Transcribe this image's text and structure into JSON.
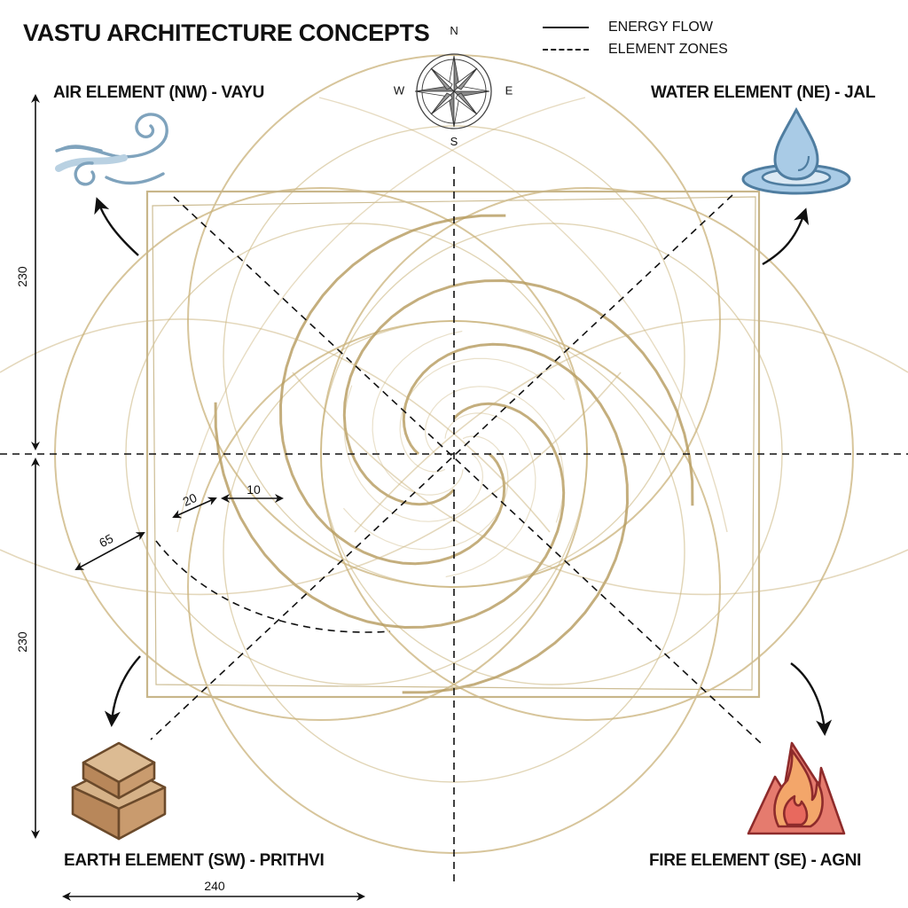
{
  "title": "VASTU ARCHITECTURE CONCEPTS",
  "legend": [
    {
      "style": "solid",
      "label": "ENERGY FLOW"
    },
    {
      "style": "dashed",
      "label": "ELEMENT ZONES"
    }
  ],
  "compass": {
    "north": "N",
    "east": "E",
    "south": "S",
    "west": "W"
  },
  "elements": {
    "air": {
      "label": "AIR ELEMENT (NW) - VAYU",
      "icon": "wind-icon",
      "direction": "NW"
    },
    "water": {
      "label": "WATER ELEMENT (NE) - JAL",
      "icon": "water-drop-icon",
      "direction": "NE"
    },
    "earth": {
      "label": "EARTH ELEMENT (SW) - PRITHVI",
      "icon": "earth-blocks-icon",
      "direction": "SW"
    },
    "fire": {
      "label": "FIRE ELEMENT (SE) - AGNI",
      "icon": "fire-icon",
      "direction": "SE"
    }
  },
  "dimensions": {
    "upper_height": "230",
    "lower_height": "230",
    "width": "240",
    "offset_a": "65",
    "offset_b": "20",
    "offset_c": "10"
  },
  "colors": {
    "gold": "#c9b27a",
    "gold_dark": "#b59a5c",
    "ink": "#111111",
    "water_fill": "#a9cbe6",
    "water_stroke": "#4f7da0",
    "air_stroke": "#7fa3bd",
    "earth_fill": "#c49a6c",
    "earth_stroke": "#6b4a2b",
    "fire_fill": "#e57b6e",
    "fire_inner": "#f3a66a",
    "fire_stroke": "#8e2b2b"
  }
}
